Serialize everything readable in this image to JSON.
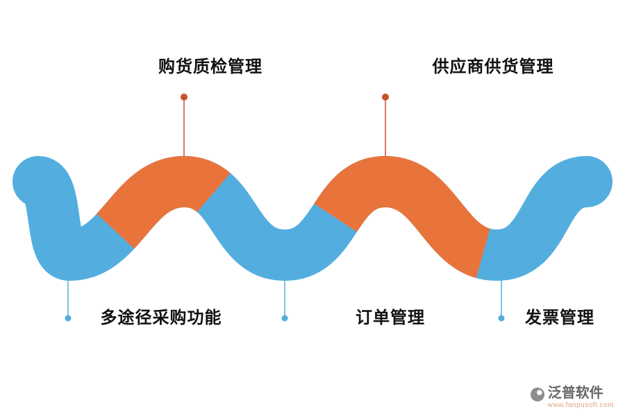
{
  "colors": {
    "ribbon_blue": "#53AEDF",
    "ribbon_orange": "#E8743C",
    "top_connector": "#C8502B",
    "bottom_connector": "#53AEDF"
  },
  "labels": {
    "top": [
      {
        "text": "购货质检管理"
      },
      {
        "text": "供应商供货管理"
      }
    ],
    "bottom": [
      {
        "text": "多途径采购功能"
      },
      {
        "text": "订单管理"
      },
      {
        "text": "发票管理"
      }
    ]
  },
  "watermark": {
    "name": "泛普软件",
    "url": "www.fanpusoft.com"
  }
}
